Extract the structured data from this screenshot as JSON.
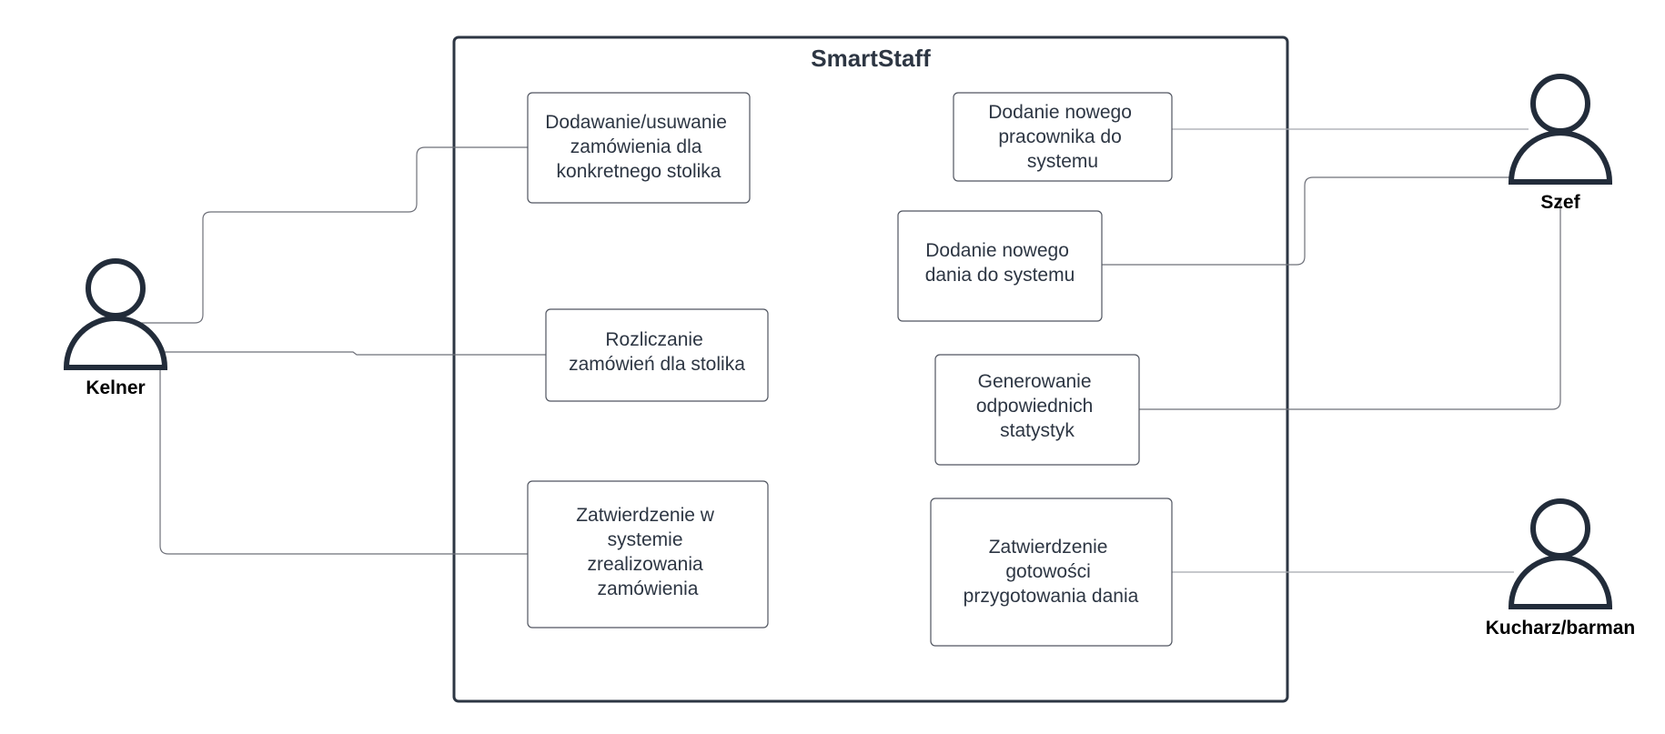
{
  "diagram": {
    "system": {
      "title": "SmartStaff"
    },
    "usecases": [
      {
        "id": "uc-order-add-remove",
        "lines": [
          "Dodawanie/usuwanie",
          "zamówienia dla",
          "konkretnego stolika"
        ]
      },
      {
        "id": "uc-settle-orders",
        "lines": [
          "Rozliczanie",
          "zamówień dla stolika"
        ]
      },
      {
        "id": "uc-confirm-order-done",
        "lines": [
          "Zatwierdzenie w",
          "systemie",
          "zrealizowania",
          "zamówienia"
        ]
      },
      {
        "id": "uc-add-employee",
        "lines": [
          "Dodanie nowego",
          "pracownika do",
          "systemu"
        ]
      },
      {
        "id": "uc-add-dish",
        "lines": [
          "Dodanie nowego",
          "dania do systemu"
        ]
      },
      {
        "id": "uc-generate-stats",
        "lines": [
          "Generowanie",
          "odpowiednich",
          "statystyk"
        ]
      },
      {
        "id": "uc-confirm-dish-ready",
        "lines": [
          "Zatwierdzenie",
          "gotowości",
          "przygotowania dania"
        ]
      }
    ],
    "actors": [
      {
        "id": "kelner",
        "label": "Kelner"
      },
      {
        "id": "szef",
        "label": "Szef"
      },
      {
        "id": "kucharz",
        "label": "Kucharz/barman"
      }
    ],
    "colors": {
      "boundary": "#2d3643",
      "actor": "#222c3a",
      "text": "#2d3643",
      "connector": "#6e7079"
    }
  }
}
